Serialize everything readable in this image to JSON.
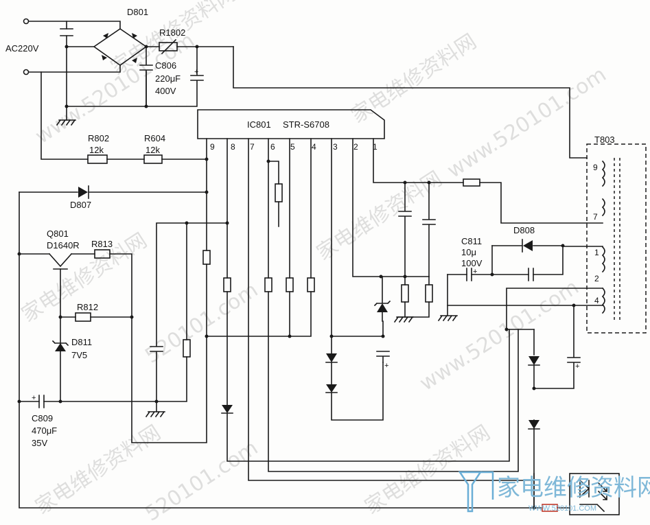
{
  "labels": {
    "ac": "AC220V",
    "d801": "D801",
    "r1802": "R1802",
    "c806_name": "C806",
    "c806_val": "220μF",
    "c806_v": "400V",
    "ic_name": "IC801",
    "ic_part": "STR-S6708",
    "r802": "R802",
    "r802_val": "12k",
    "r604": "R604",
    "r604_val": "12k",
    "d807": "D807",
    "q801": "Q801",
    "q801_part": "D1640R",
    "r813": "R813",
    "r812": "R812",
    "d811": "D811",
    "d811_val": "7V5",
    "c809": "C809",
    "c809_val": "470μF",
    "c809_v": "35V",
    "t803": "T803",
    "c811": "C811",
    "c811_val": "10μ",
    "c811_v": "100V",
    "d808": "D808"
  },
  "ic_pins": [
    "9",
    "8",
    "7",
    "6",
    "5",
    "4",
    "3",
    "2",
    "1"
  ],
  "t803_pins": {
    "p9": "9",
    "p7": "7",
    "p1": "1",
    "p2": "2",
    "p4": "4"
  },
  "watermarks": {
    "text_a": "家电维修资料网",
    "text_b": "www.520101.com",
    "text_c": "520101.com"
  },
  "logo": {
    "text": "家电维修资料网",
    "url": "WWW.520101.COM"
  }
}
